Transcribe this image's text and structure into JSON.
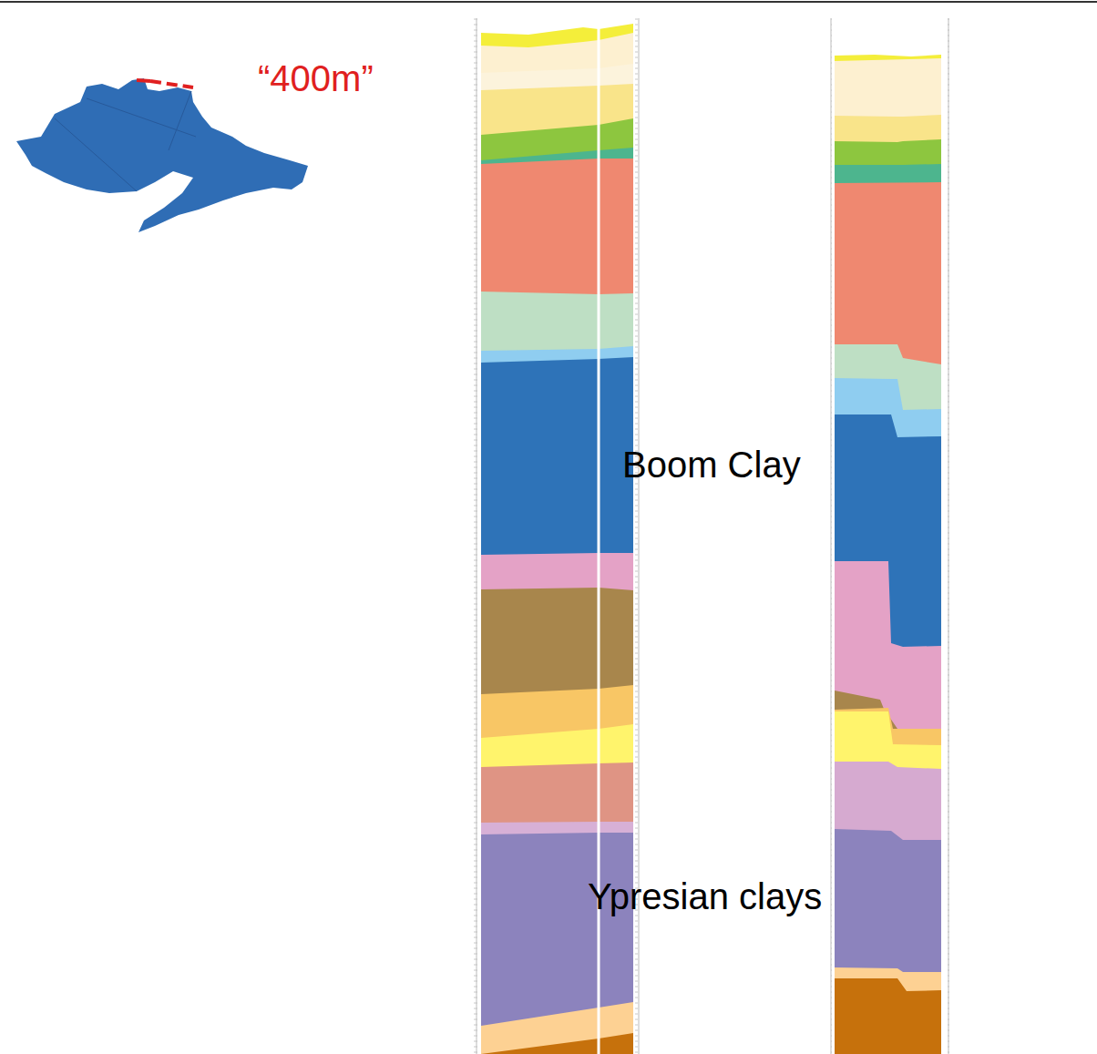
{
  "diagram": {
    "labels": [
      "“400m”",
      "Boom Clay",
      "Ypresian clays"
    ]
  }
}
